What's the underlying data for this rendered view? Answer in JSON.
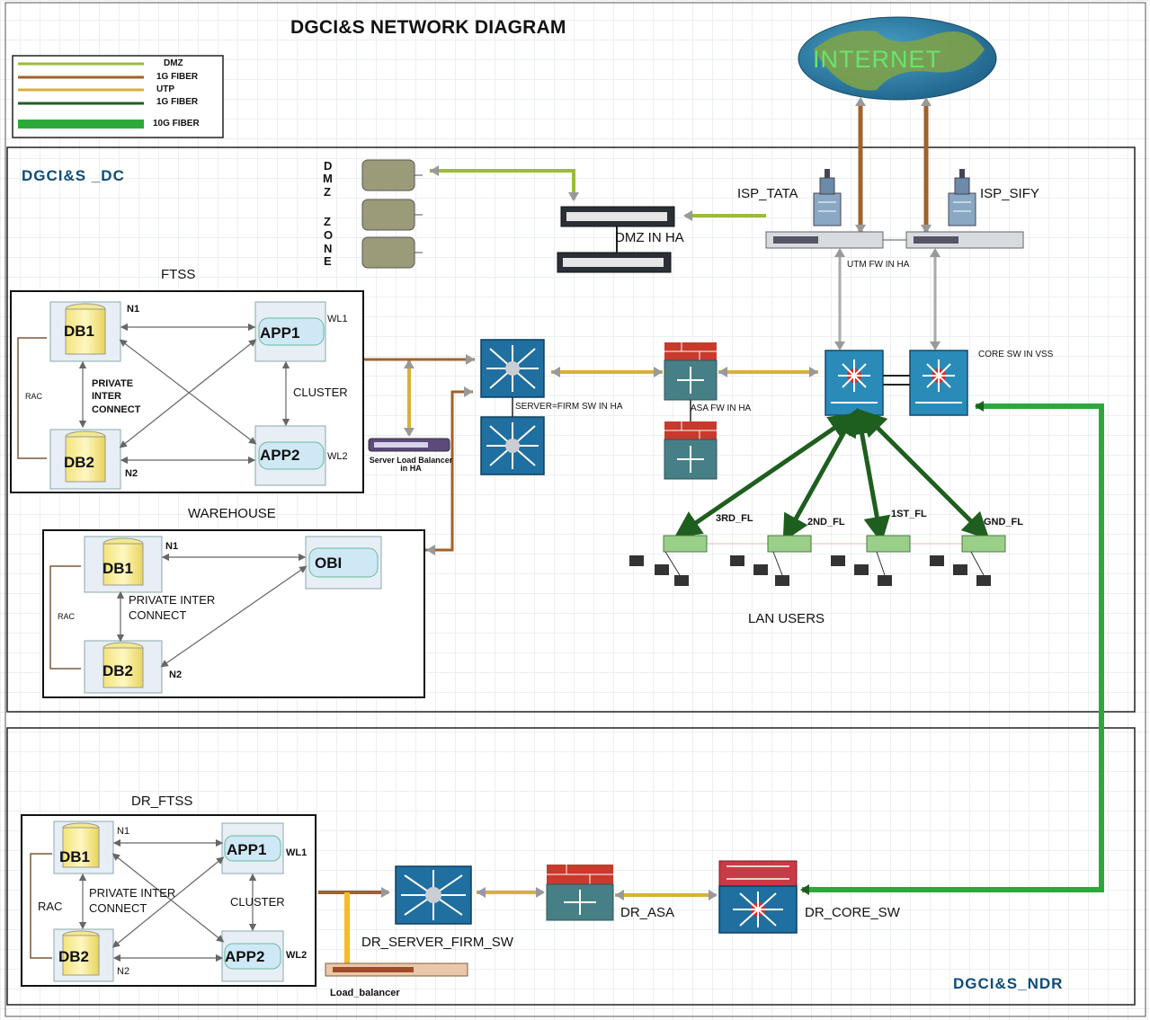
{
  "title": "DGCI&S NETWORK DIAGRAM",
  "legend": [
    {
      "label": "DMZ",
      "color": "#9bbb3a"
    },
    {
      "label": "1G FIBER",
      "color": "#a0622a"
    },
    {
      "label": "UTP",
      "color": "#d8b03a"
    },
    {
      "label": "1G FIBER",
      "color": "#1e5e1e"
    },
    {
      "label": "10G FIBER",
      "color": "#2ca83a"
    }
  ],
  "regions": {
    "dc": "DGCI&S _DC",
    "ndr": "DGCI&S_NDR"
  },
  "internet": "INTERNET",
  "dmz_zone_letters": [
    "D",
    "M",
    "Z",
    "Z",
    "O",
    "N",
    "E"
  ],
  "labels": {
    "dmz_in_ha": "DMZ IN HA",
    "isp_tata": "ISP_TATA",
    "isp_sify": "ISP_SIFY",
    "utm_fw": "UTM FW IN HA",
    "core_sw": "CORE SW IN VSS",
    "server_firm_sw": "SERVER=FIRM SW IN HA",
    "asa_fw": "ASA FW IN HA",
    "server_lb": "Server Load Balancer in HA",
    "floors": [
      "3RD_FL",
      "2ND_FL",
      "1ST_FL",
      "GND_FL"
    ],
    "lan_users": "LAN USERS",
    "dr_server_firm_sw": "DR_SERVER_FIRM_SW",
    "dr_asa": "DR_ASA",
    "dr_core_sw": "DR_CORE_SW",
    "load_balancer": "Load_balancer"
  },
  "ftss": {
    "title": "FTSS",
    "db1": "DB1",
    "db2": "DB2",
    "app1": "APP1",
    "app2": "APP2",
    "n1": "N1",
    "n2": "N2",
    "wl1": "WL1",
    "wl2": "WL2",
    "rac": "RAC",
    "private": "PRIVATE\nINTER\nCONNECT",
    "cluster": "CLUSTER"
  },
  "warehouse": {
    "title": "WAREHOUSE",
    "db1": "DB1",
    "db2": "DB2",
    "obi": "OBI",
    "n1": "N1",
    "n2": "N2",
    "rac": "RAC",
    "private": "PRIVATE INTER\nCONNECT"
  },
  "dr_ftss": {
    "title": "DR_FTSS",
    "db1": "DB1",
    "db2": "DB2",
    "app1": "APP1",
    "app2": "APP2",
    "n1": "N1",
    "n2": "N2",
    "wl1": "WL1",
    "wl2": "WL2",
    "rac": "RAC",
    "private": "PRIVATE INTER\nCONNECT",
    "cluster": "CLUSTER"
  }
}
